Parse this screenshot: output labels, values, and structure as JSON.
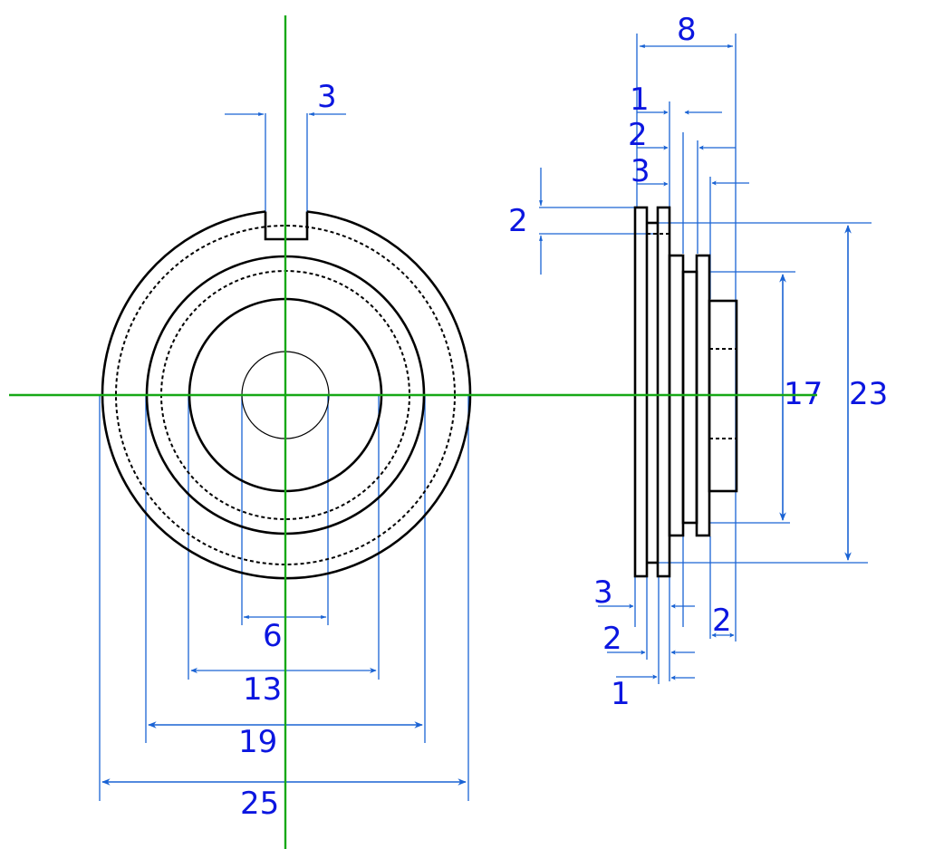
{
  "colors": {
    "axis": "#17a817",
    "part_outline": "#000000",
    "dimension": "#1a63d4",
    "label": "#0b16e0"
  },
  "front_view": {
    "slot_width": "3",
    "diameters": [
      "6",
      "13",
      "19",
      "25"
    ]
  },
  "side_view": {
    "total_width": "8",
    "top_steps": [
      "1",
      "2",
      "3"
    ],
    "offset": "2",
    "heights": [
      "17",
      "23"
    ],
    "bottom_steps": [
      "3",
      "2",
      "1"
    ],
    "hub_width": "2"
  }
}
